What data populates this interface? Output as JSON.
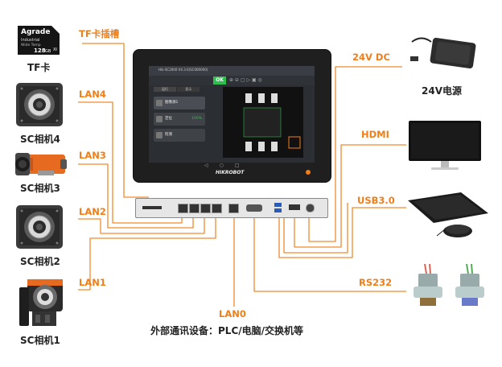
{
  "sd_card": {
    "brand": "Agrade",
    "line1": "Industrial",
    "line2": "Wide Temp",
    "capacity": "128",
    "unit": "GB"
  },
  "labels": {
    "tf_device": "TF卡",
    "cam4": "SC相机4",
    "cam3": "SC相机3",
    "cam2": "SC相机2",
    "cam1": "SC相机1",
    "power": "24V电源",
    "external": "外部通讯设备：PLC/电脑/交换机等"
  },
  "ports": {
    "tf": "TF卡插槽",
    "lan4": "LAN4",
    "lan3": "LAN3",
    "lan2": "LAN2",
    "lan1": "LAN1",
    "dc": "24V DC",
    "hdmi": "HDMI",
    "usb": "USB3.0",
    "rs232": "RS232",
    "lan0": "LAN0"
  },
  "panel": {
    "brand": "HIKROBOT",
    "ok": "OK",
    "header": "Hik-SC2000 V4.3.0(SC000000)",
    "tab1": "运行",
    "tab2": "显示",
    "module1": "图像源1",
    "module2": "定位",
    "module3": "检测",
    "pct": "100%"
  },
  "colors": {
    "accent": "#f07f1a",
    "line": "#f28a2e",
    "ok": "#2fbf4f"
  }
}
